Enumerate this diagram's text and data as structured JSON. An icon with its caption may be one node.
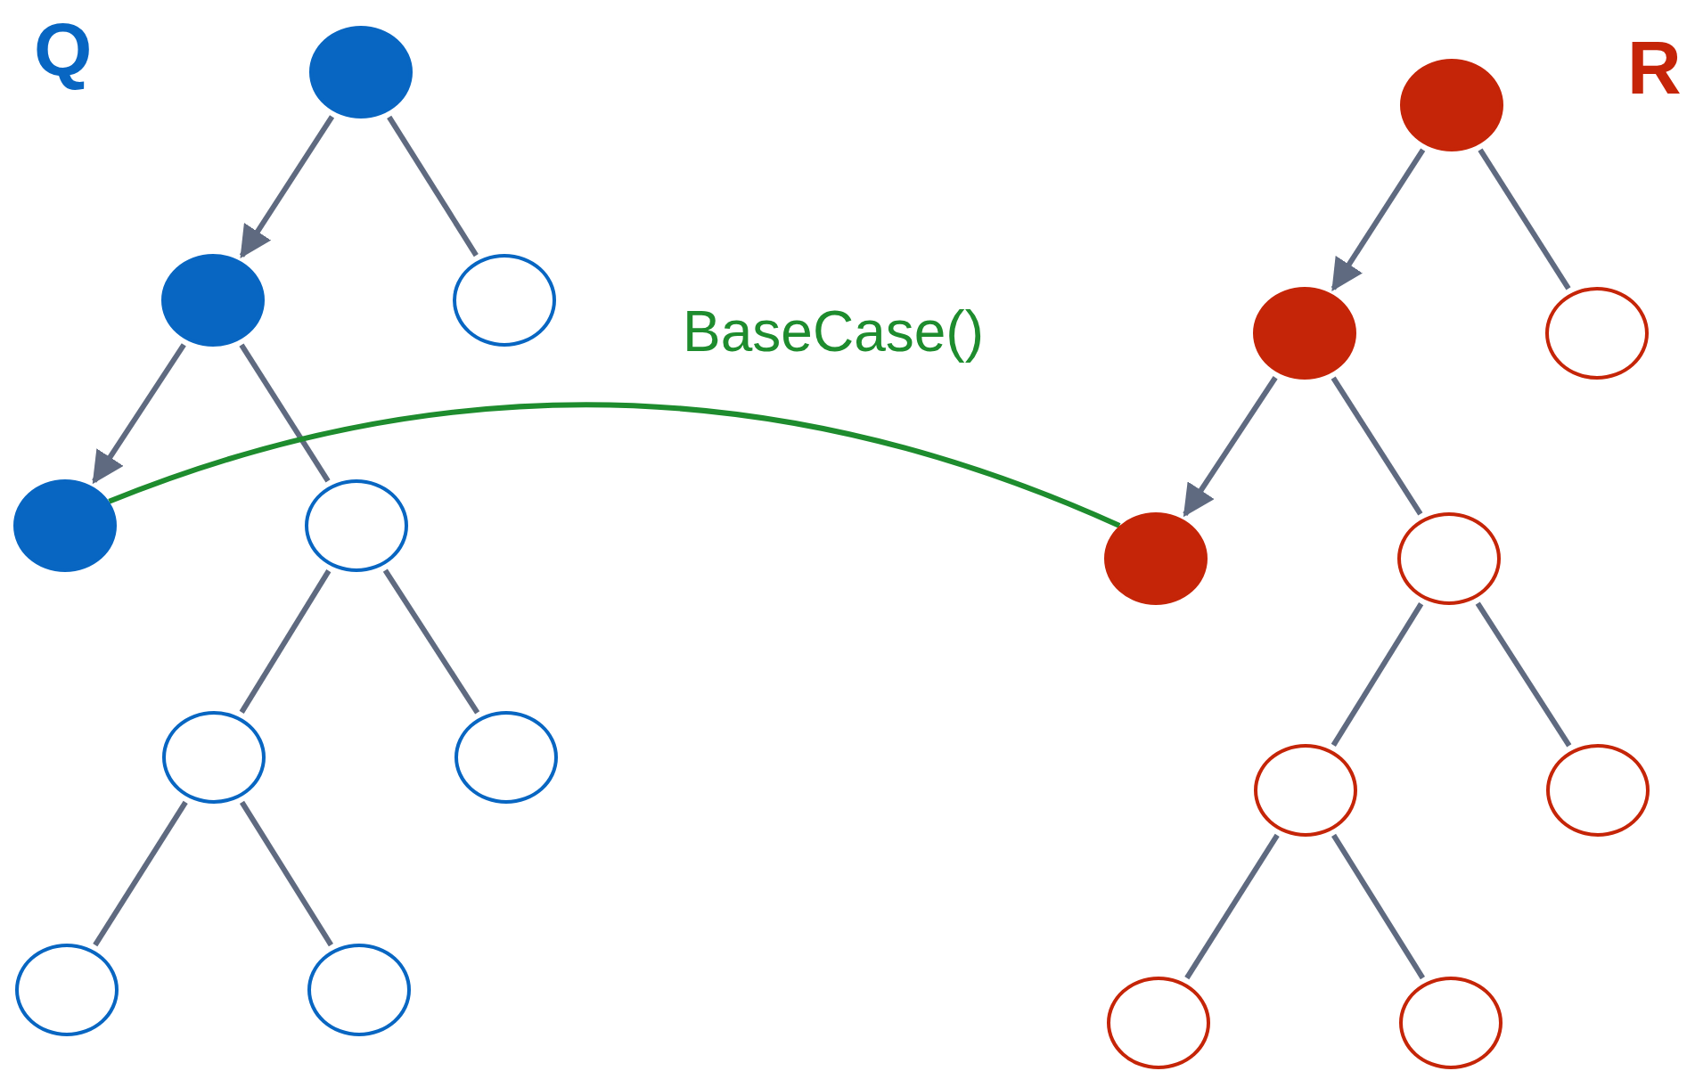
{
  "diagram": {
    "nodes": [
      {
        "text": [],
        "shape": "circle"
      },
      {
        "text": [],
        "shape": "circle"
      },
      {
        "text": [],
        "shape": "circle"
      },
      {
        "text": [],
        "shape": "circle"
      },
      {
        "text": [],
        "shape": "circle"
      },
      {
        "text": [],
        "shape": "circle"
      },
      {
        "text": [],
        "shape": "circle"
      },
      {
        "text": [],
        "shape": "circle"
      },
      {
        "text": [],
        "shape": "circle"
      },
      {
        "text": [],
        "shape": "circle"
      },
      {
        "text": [],
        "shape": "circle"
      },
      {
        "text": [],
        "shape": "circle"
      },
      {
        "text": [],
        "shape": "circle"
      },
      {
        "text": [],
        "shape": "circle"
      },
      {
        "text": [],
        "shape": "circle"
      },
      {
        "text": [],
        "shape": "circle"
      },
      {
        "text": [],
        "shape": "circle"
      },
      {
        "text": [],
        "shape": "circle"
      }
    ],
    "edges": [
      {
        "from": 0,
        "to": 1,
        "arrow": "to"
      },
      {
        "from": 0,
        "to": 2,
        "arrow": "none"
      },
      {
        "from": 1,
        "to": 3,
        "arrow": "to"
      },
      {
        "from": 1,
        "to": 4,
        "arrow": "none"
      },
      {
        "from": 4,
        "to": 5,
        "arrow": "none"
      },
      {
        "from": 4,
        "to": 6,
        "arrow": "none"
      },
      {
        "from": 5,
        "to": 7,
        "arrow": "none"
      },
      {
        "from": 5,
        "to": 8,
        "arrow": "none"
      },
      {
        "from": 9,
        "to": 10,
        "arrow": "to"
      },
      {
        "from": 9,
        "to": 11,
        "arrow": "none"
      },
      {
        "from": 10,
        "to": 12,
        "arrow": "to"
      },
      {
        "from": 10,
        "to": 13,
        "arrow": "none"
      },
      {
        "from": 13,
        "to": 14,
        "arrow": "none"
      },
      {
        "from": 13,
        "to": 15,
        "arrow": "none"
      },
      {
        "from": 14,
        "to": 16,
        "arrow": "none"
      },
      {
        "from": 14,
        "to": 17,
        "arrow": "none"
      },
      {
        "from": 3,
        "to": 12,
        "arrow": "none",
        "label": "BaseCase()",
        "color": "#1e8c2e"
      }
    ],
    "labels": [
      "Q",
      "R"
    ]
  }
}
